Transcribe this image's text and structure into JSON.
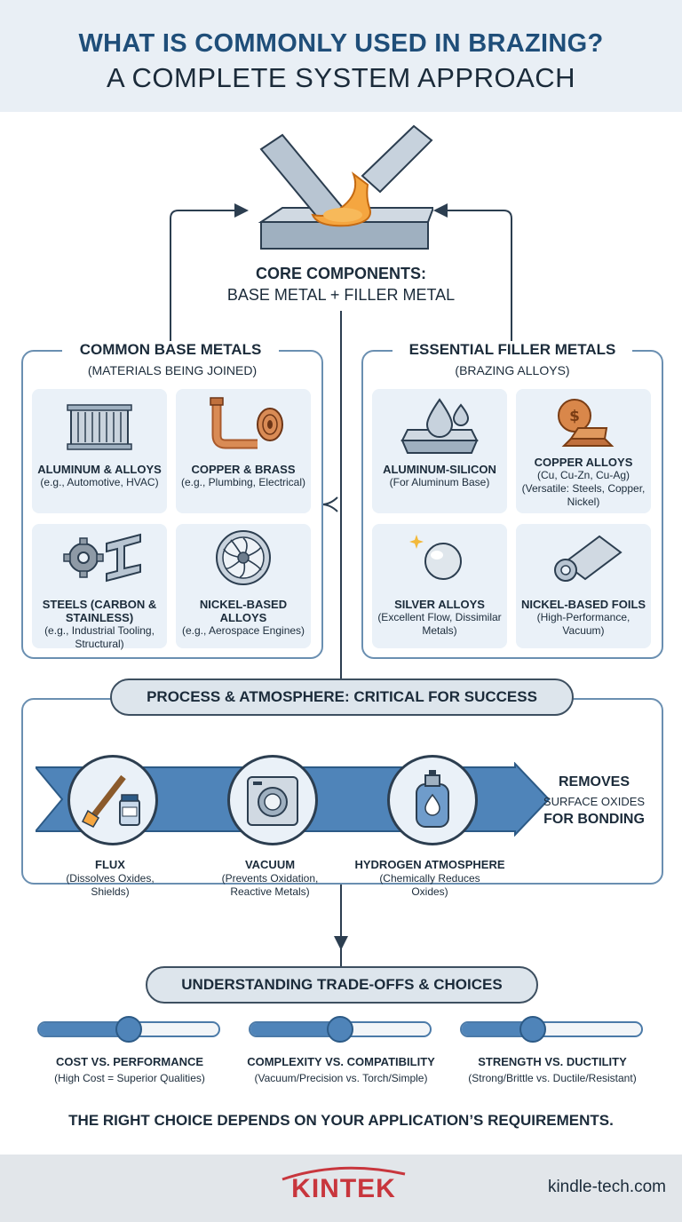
{
  "header": {
    "title": "WHAT IS COMMONLY USED IN BRAZING?",
    "subtitle": "A COMPLETE SYSTEM APPROACH"
  },
  "core": {
    "title": "CORE COMPONENTS:",
    "subtitle": "BASE METAL + FILLER METAL"
  },
  "base_metals": {
    "title": "COMMON BASE METALS",
    "subtitle": "(MATERIALS BEING JOINED)",
    "items": [
      {
        "name": "ALUMINUM & ALLOYS",
        "desc": "(e.g., Automotive, HVAC)",
        "icon": "radiator-icon"
      },
      {
        "name": "COPPER & BRASS",
        "desc": "(e.g., Plumbing, Electrical)",
        "icon": "copper-pipe-icon"
      },
      {
        "name": "STEELS (CARBON & STAINLESS)",
        "desc": "(e.g., Industrial Tooling, Structural)",
        "icon": "gear-beam-icon"
      },
      {
        "name": "NICKEL-BASED ALLOYS",
        "desc": "(e.g., Aerospace Engines)",
        "icon": "turbine-icon"
      }
    ]
  },
  "filler_metals": {
    "title": "ESSENTIAL FILLER METALS",
    "subtitle": "(BRAZING ALLOYS)",
    "items": [
      {
        "name": "ALUMINUM-SILICON",
        "desc": "(For Aluminum Base)",
        "icon": "droplet-icon"
      },
      {
        "name": "COPPER ALLOYS",
        "detail": "(Cu, Cu-Zn, Cu-Ag)",
        "desc": "(Versatile: Steels, Copper, Nickel)",
        "icon": "coin-ingot-icon"
      },
      {
        "name": "SILVER ALLOYS",
        "desc": "(Excellent Flow, Dissimilar Metals)",
        "icon": "silver-sphere-icon"
      },
      {
        "name": "NICKEL-BASED FOILS",
        "desc": "(High-Performance, Vacuum)",
        "icon": "foil-roll-icon"
      }
    ]
  },
  "process": {
    "title": "PROCESS & ATMOSPHERE: CRITICAL FOR SUCCESS",
    "steps": [
      {
        "name": "FLUX",
        "desc": "(Dissolves Oxides, Shields)",
        "icon": "brush-jar-icon"
      },
      {
        "name": "VACUUM",
        "desc": "(Prevents Oxidation, Reactive Metals)",
        "icon": "vacuum-furnace-icon"
      },
      {
        "name": "HYDROGEN ATMOSPHERE",
        "desc": "(Chemically Reduces Oxides)",
        "icon": "gas-cylinder-icon"
      }
    ],
    "result_line1": "REMOVES",
    "result_line2": "SURFACE OXIDES",
    "result_line3": "FOR BONDING"
  },
  "tradeoffs": {
    "title": "UNDERSTANDING TRADE-OFFS & CHOICES",
    "items": [
      {
        "name": "COST VS. PERFORMANCE",
        "desc": "(High Cost = Superior Qualities)",
        "level": 0.5
      },
      {
        "name": "COMPLEXITY VS. COMPATIBILITY",
        "desc": "(Vacuum/Precision vs. Torch/Simple)",
        "level": 0.5
      },
      {
        "name": "STRENGTH VS. DUCTILITY",
        "desc": "(Strong/Brittle vs. Ductile/Resistant)",
        "level": 0.4
      }
    ]
  },
  "conclusion": "THE RIGHT CHOICE DEPENDS ON YOUR APPLICATION’S REQUIREMENTS.",
  "footer": {
    "brand": "KINTEK",
    "website": "kindle-tech.com"
  },
  "colors": {
    "accent": "#1f4e79",
    "panel_border": "#6a8fb1",
    "card_bg": "#eaf1f8",
    "arrow": "#4f84b9"
  }
}
